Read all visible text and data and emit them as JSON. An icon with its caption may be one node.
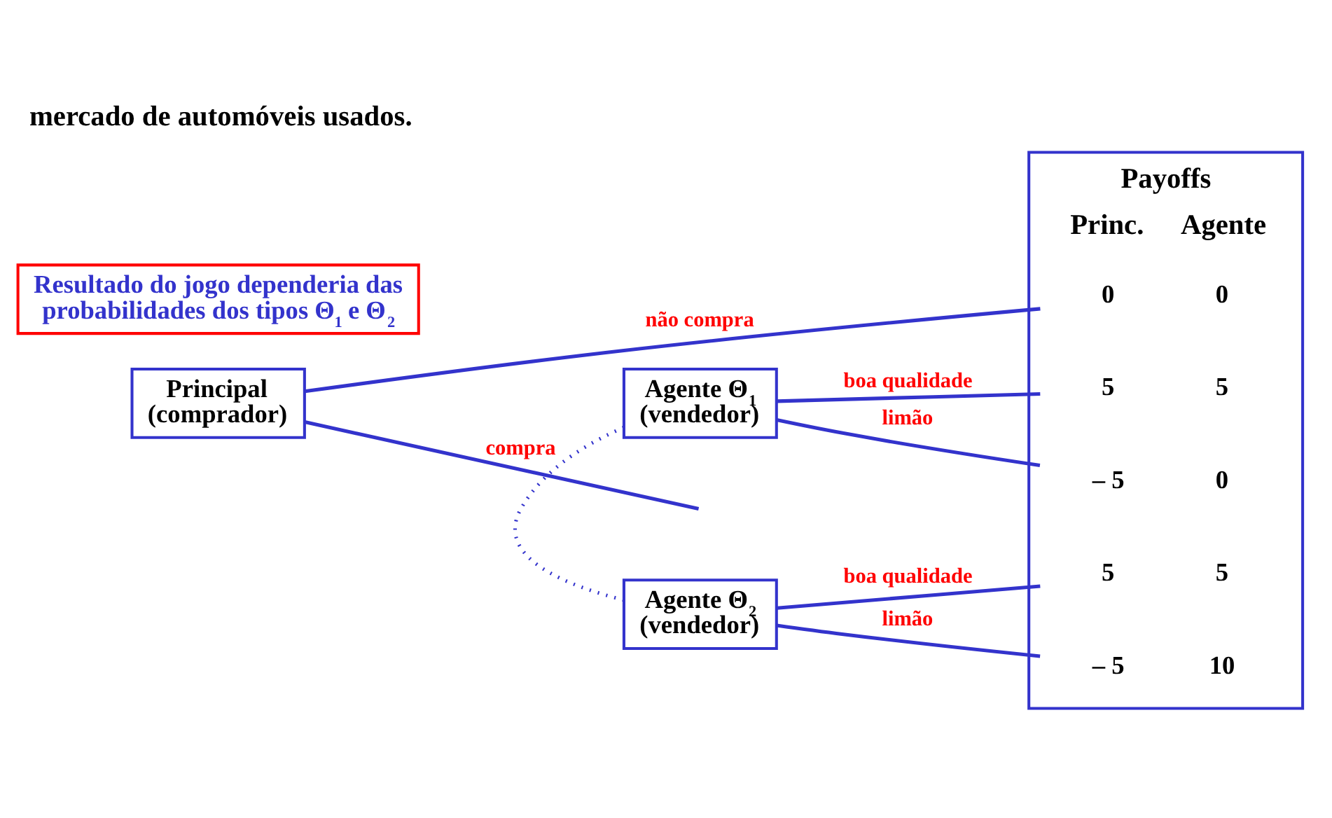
{
  "diagram": {
    "title": "mercado de automóveis usados.",
    "nodes": [
      {
        "text": [
          "Principal (comprador)"
        ]
      },
      {
        "text": [
          "Agente Θ$_{1}$ (vendedor)"
        ]
      },
      {
        "text": [
          "Agente Θ$_{2}$ (vendedor)"
        ]
      },
      {
        "text": [
          "Payoffs",
          "Princ.",
          "Agente"
        ]
      },
      {
        "text": [
          "0",
          "0"
        ],
        "in": 3
      },
      {
        "text": [
          "5",
          "5"
        ],
        "in": 3
      },
      {
        "text": [
          "– 5",
          "0"
        ],
        "in": 3
      },
      {
        "text": [
          "5",
          "5"
        ],
        "in": 3
      },
      {
        "text": [
          "– 5",
          "10"
        ],
        "in": 3
      },
      {
        "text": [
          "Resultado do jogo dependeria das probabilidades dos tipos Θ$_{1}$ e Θ$_{2}$"
        ]
      }
    ],
    "edges": [
      {
        "from": 0,
        "to": 4,
        "arrow": "none",
        "label": "não compra"
      },
      {
        "from": 0,
        "to": null,
        "arrow": "none",
        "label": "compra"
      },
      {
        "from": 1,
        "to": 2,
        "arrow": "none",
        "style": "dashed"
      },
      {
        "from": 1,
        "to": 5,
        "arrow": "none",
        "label": "boa qualidade"
      },
      {
        "from": 1,
        "to": 6,
        "arrow": "none",
        "label": "limão"
      },
      {
        "from": 2,
        "to": 7,
        "arrow": "none",
        "label": "boa qualidade"
      },
      {
        "from": 2,
        "to": 8,
        "arrow": "none",
        "label": "limão"
      }
    ]
  }
}
